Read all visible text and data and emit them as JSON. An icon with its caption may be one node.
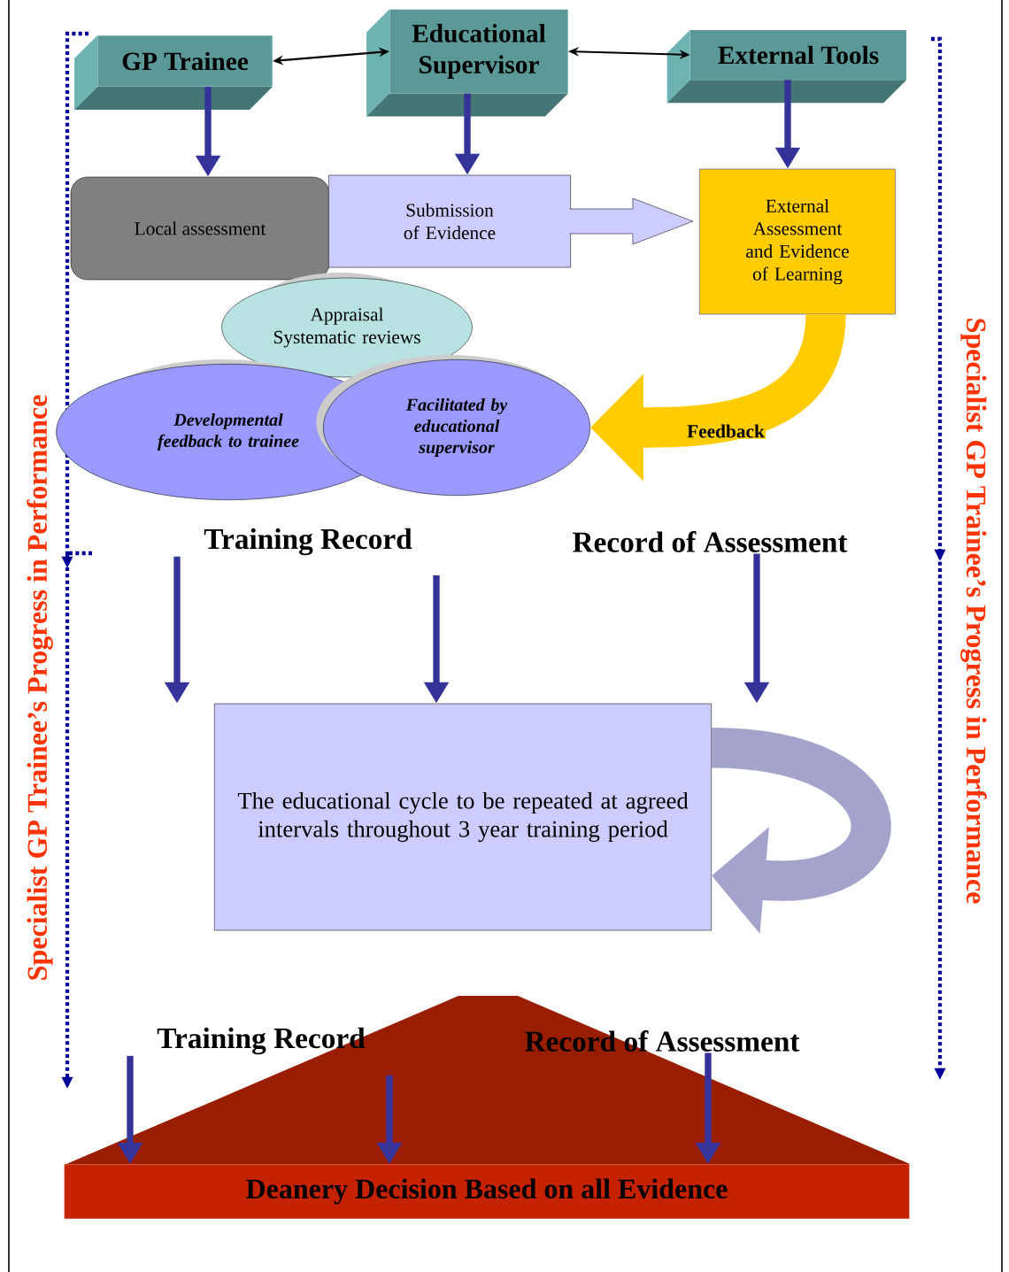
{
  "diagram": {
    "nodes": [
      {
        "text": [
          "GP Trainee"
        ]
      },
      {
        "text": [
          "Educational Supervisor"
        ]
      },
      {
        "text": [
          "External Tools"
        ]
      },
      {
        "text": [
          "Local assessment"
        ]
      },
      {
        "text": [
          "Submission of Evidence"
        ]
      },
      {
        "text": [
          "External Assessment and Evidence of Learning"
        ]
      },
      {
        "text": [
          "Appraisal Systematic reviews"
        ]
      },
      {
        "text": [
          "Developmental feedback to trainee"
        ]
      },
      {
        "text": [
          "Facilitated by educational supervisor"
        ]
      },
      {
        "text": [
          "Training Record"
        ]
      },
      {
        "text": [
          "Record of Assessment"
        ]
      },
      {
        "text": [
          "The educational cycle to be repeated at agreed intervals throughout 3 year training period"
        ]
      },
      {
        "text": [
          "Training Record"
        ]
      },
      {
        "text": [
          "Record of Assessment"
        ]
      },
      {
        "text": [
          "Deanery Decision Based on all Evidence"
        ]
      }
    ],
    "edges": [
      {
        "from": 0,
        "to": 1,
        "arrow": "both",
        "color": "#000000"
      },
      {
        "from": 1,
        "to": 2,
        "arrow": "both",
        "color": "#000000"
      },
      {
        "from": 0,
        "to": 3,
        "arrow": "to"
      },
      {
        "from": 1,
        "to": 4,
        "arrow": "to"
      },
      {
        "from": 2,
        "to": 5,
        "arrow": "to"
      },
      {
        "from": 5,
        "to": 8,
        "arrow": "to",
        "label": "Feedback",
        "style": "thick",
        "color": "#ffcc00"
      },
      {
        "from": 9,
        "to": 11,
        "arrow": "to"
      },
      {
        "from": null,
        "to": 11,
        "arrow": "to"
      },
      {
        "from": 10,
        "to": 11,
        "arrow": "to"
      },
      {
        "from": 11,
        "to": 11,
        "arrow": "to",
        "style": "thick",
        "color": "#a3a3cc"
      },
      {
        "from": 12,
        "to": 14,
        "arrow": "to"
      },
      {
        "from": null,
        "to": 14,
        "arrow": "to"
      },
      {
        "from": 13,
        "to": 14,
        "arrow": "to"
      }
    ],
    "labels": [
      "Specialist GP Trainee’s Progress in Performance",
      "Specialist GP Trainee’s Progress in Performance"
    ]
  }
}
